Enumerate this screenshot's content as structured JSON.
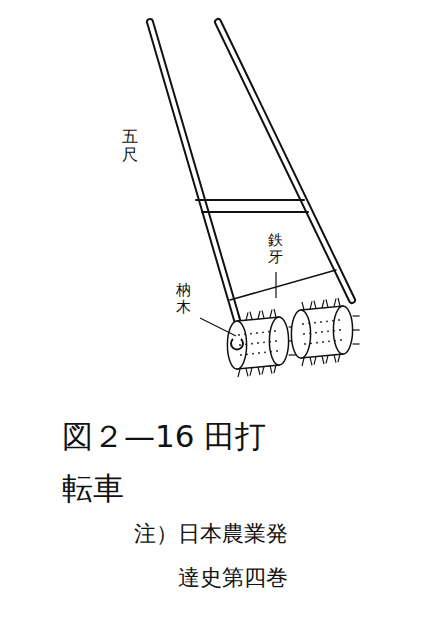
{
  "diagram": {
    "caption": "図２—16 田打転車",
    "labels": [
      "五尺",
      "枘木",
      "鉄牙",
      "注）日本農業発達史第四巻"
    ]
  }
}
